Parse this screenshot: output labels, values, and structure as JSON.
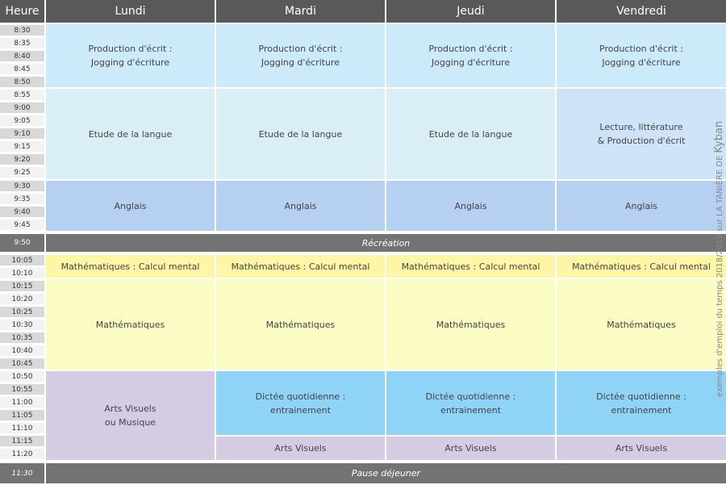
{
  "header": {
    "heure": "Heure",
    "days": [
      "Lundi",
      "Mardi",
      "Jeudi",
      "Vendredi"
    ]
  },
  "times_morning": [
    "8:30",
    "8:35",
    "8:40",
    "8:45",
    "8:50",
    "8:55",
    "9:00",
    "9:05",
    "9:10",
    "9:15",
    "9:20",
    "9:25",
    "9:30",
    "9:35",
    "9:40",
    "9:45"
  ],
  "times_late": [
    "10:05",
    "10:10",
    "10:15",
    "10:20",
    "10:25",
    "10:30",
    "10:35",
    "10:40",
    "10:45",
    "10:50",
    "10:55",
    "11:00",
    "11:05",
    "11:10",
    "11:15",
    "11:20"
  ],
  "breaks": {
    "recreation": {
      "time": "9:50",
      "label": "Récréation"
    },
    "lunch": {
      "time": "11:30",
      "label": "Pause déjeuner"
    }
  },
  "subjects": {
    "production": "Production d'écrit :\nJogging d'écriture",
    "langue": "Etude de la langue",
    "lecture": "Lecture, littérature\n& Production d'écrit",
    "anglais": "Anglais",
    "calcul": "Mathématiques : Calcul mental",
    "maths": "Mathématiques",
    "arts_musique": "Arts Visuels\nou Musique",
    "dictee": "Dictée quotidienne :\nentrainement",
    "arts": "Arts Visuels"
  },
  "watermark": {
    "text": "exemples d'emploi du temps 2018/2019 sur LA TANIÈRE DE ",
    "brand": "Kyban"
  },
  "colors": {
    "header": "#595959",
    "break": "#737373",
    "production": "#cdeafb",
    "langue": "#d9eef5",
    "lecture": "#cfe3f8",
    "anglais": "#b5d0f0",
    "calcul": "#fcf6a6",
    "maths": "#fbfbc4",
    "arts": "#d5cbe3",
    "dictee": "#8fd3f6"
  }
}
